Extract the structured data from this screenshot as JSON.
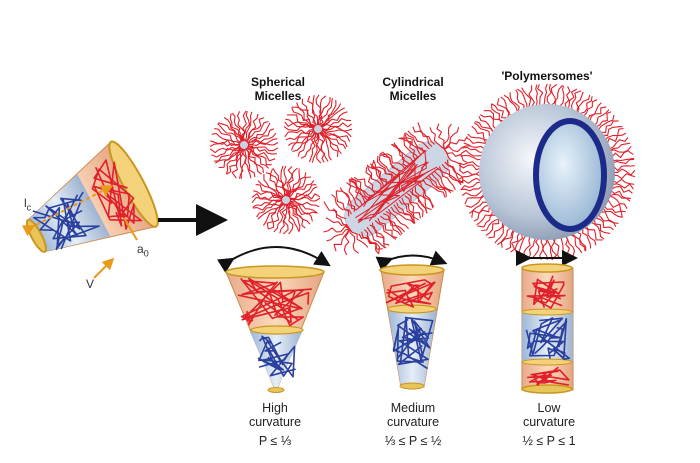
{
  "structures": [
    {
      "id": "spherical",
      "title": "Spherical\nMicelles",
      "curvature": "High\ncurvature",
      "condition": "P ≤ ⅓"
    },
    {
      "id": "cylindrical",
      "title": "Cylindrical\nMicelles",
      "curvature": "Medium\ncurvature",
      "condition": "⅓ ≤ P ≤ ½"
    },
    {
      "id": "polymersomes",
      "title": "'Polymersomes'",
      "curvature": "Low\ncurvature",
      "condition": "½  ≤ P ≤ 1"
    }
  ],
  "symbols": {
    "lc": "l",
    "lc_sub": "c",
    "a0": "a",
    "a0_sub": "0",
    "v": "V"
  },
  "colors": {
    "hydrophilic": "#e0202a",
    "hydrophobic": "#2a3f9e",
    "cone_fill": "#f1b98e",
    "core_fill": "#b7cce4",
    "rim": "#d8a820",
    "arrow": "#e89a1a"
  }
}
